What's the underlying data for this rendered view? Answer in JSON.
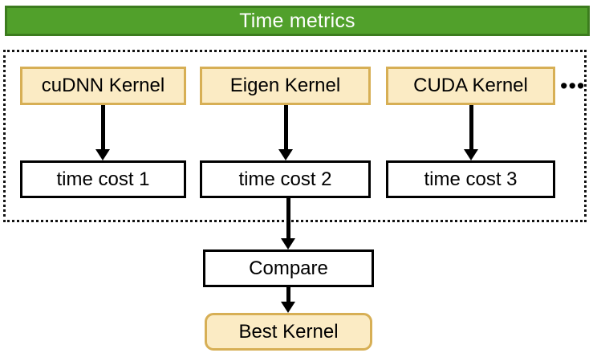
{
  "header": {
    "title": "Time metrics",
    "bg_color": "#51A02B",
    "border_color": "#3C7C1E",
    "text_color": "#FFFFFF"
  },
  "palette": {
    "kernel_fill": "#FBEBC4",
    "kernel_border": "#D7AF55",
    "plain_fill": "#FFFFFF",
    "plain_border": "#000000",
    "arrow_color": "#000000",
    "group_border": "#111111",
    "page_bg": "#FFFFFF"
  },
  "group": {
    "border_style": "dotted",
    "kernels": [
      {
        "label": "cuDNN Kernel"
      },
      {
        "label": "Eigen Kernel"
      },
      {
        "label": "CUDA Kernel"
      }
    ],
    "more_indicator": "•••",
    "costs": [
      {
        "label": "time cost 1"
      },
      {
        "label": "time cost 2"
      },
      {
        "label": "time cost 3"
      }
    ]
  },
  "flow": {
    "compare": "Compare",
    "best": "Best Kernel"
  }
}
